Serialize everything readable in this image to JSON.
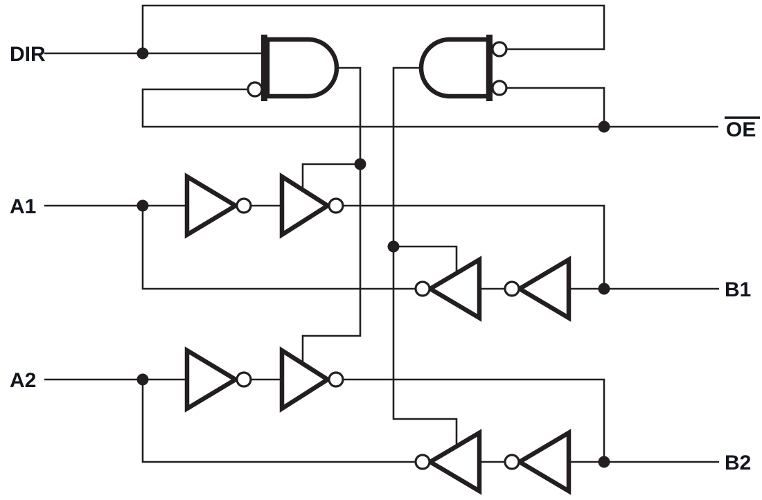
{
  "page": {
    "background": "#ffffff"
  },
  "colors": {
    "line": "#231f20",
    "text": "#12151c"
  },
  "ports": {
    "dir": {
      "label": "DIR"
    },
    "oe": {
      "label": "OE",
      "active_low_overline": true
    },
    "a1": {
      "label": "A1"
    },
    "b1": {
      "label": "B1"
    },
    "a2": {
      "label": "A2"
    },
    "b2": {
      "label": "B2"
    }
  },
  "components": {
    "direction_gates": [
      {
        "id": "forward-enable-and-gate",
        "type": "AND",
        "inputs": [
          "DIR",
          "NOT OE"
        ],
        "output_drives": "A-to-B tri-state buffer enables"
      },
      {
        "id": "reverse-enable-and-gate",
        "type": "AND",
        "inputs": [
          "NOT DIR",
          "NOT OE"
        ],
        "output_drives": "B-to-A tri-state buffer enables"
      }
    ],
    "channels": [
      {
        "a_port": "A1",
        "b_port": "B1",
        "a_to_b_path": [
          "inverter",
          "tri-state inverting buffer"
        ],
        "b_to_a_path": [
          "inverter",
          "tri-state inverting buffer"
        ]
      },
      {
        "a_port": "A2",
        "b_port": "B2",
        "a_to_b_path": [
          "inverter",
          "tri-state inverting buffer"
        ],
        "b_to_a_path": [
          "inverter",
          "tri-state inverting buffer"
        ]
      }
    ]
  }
}
